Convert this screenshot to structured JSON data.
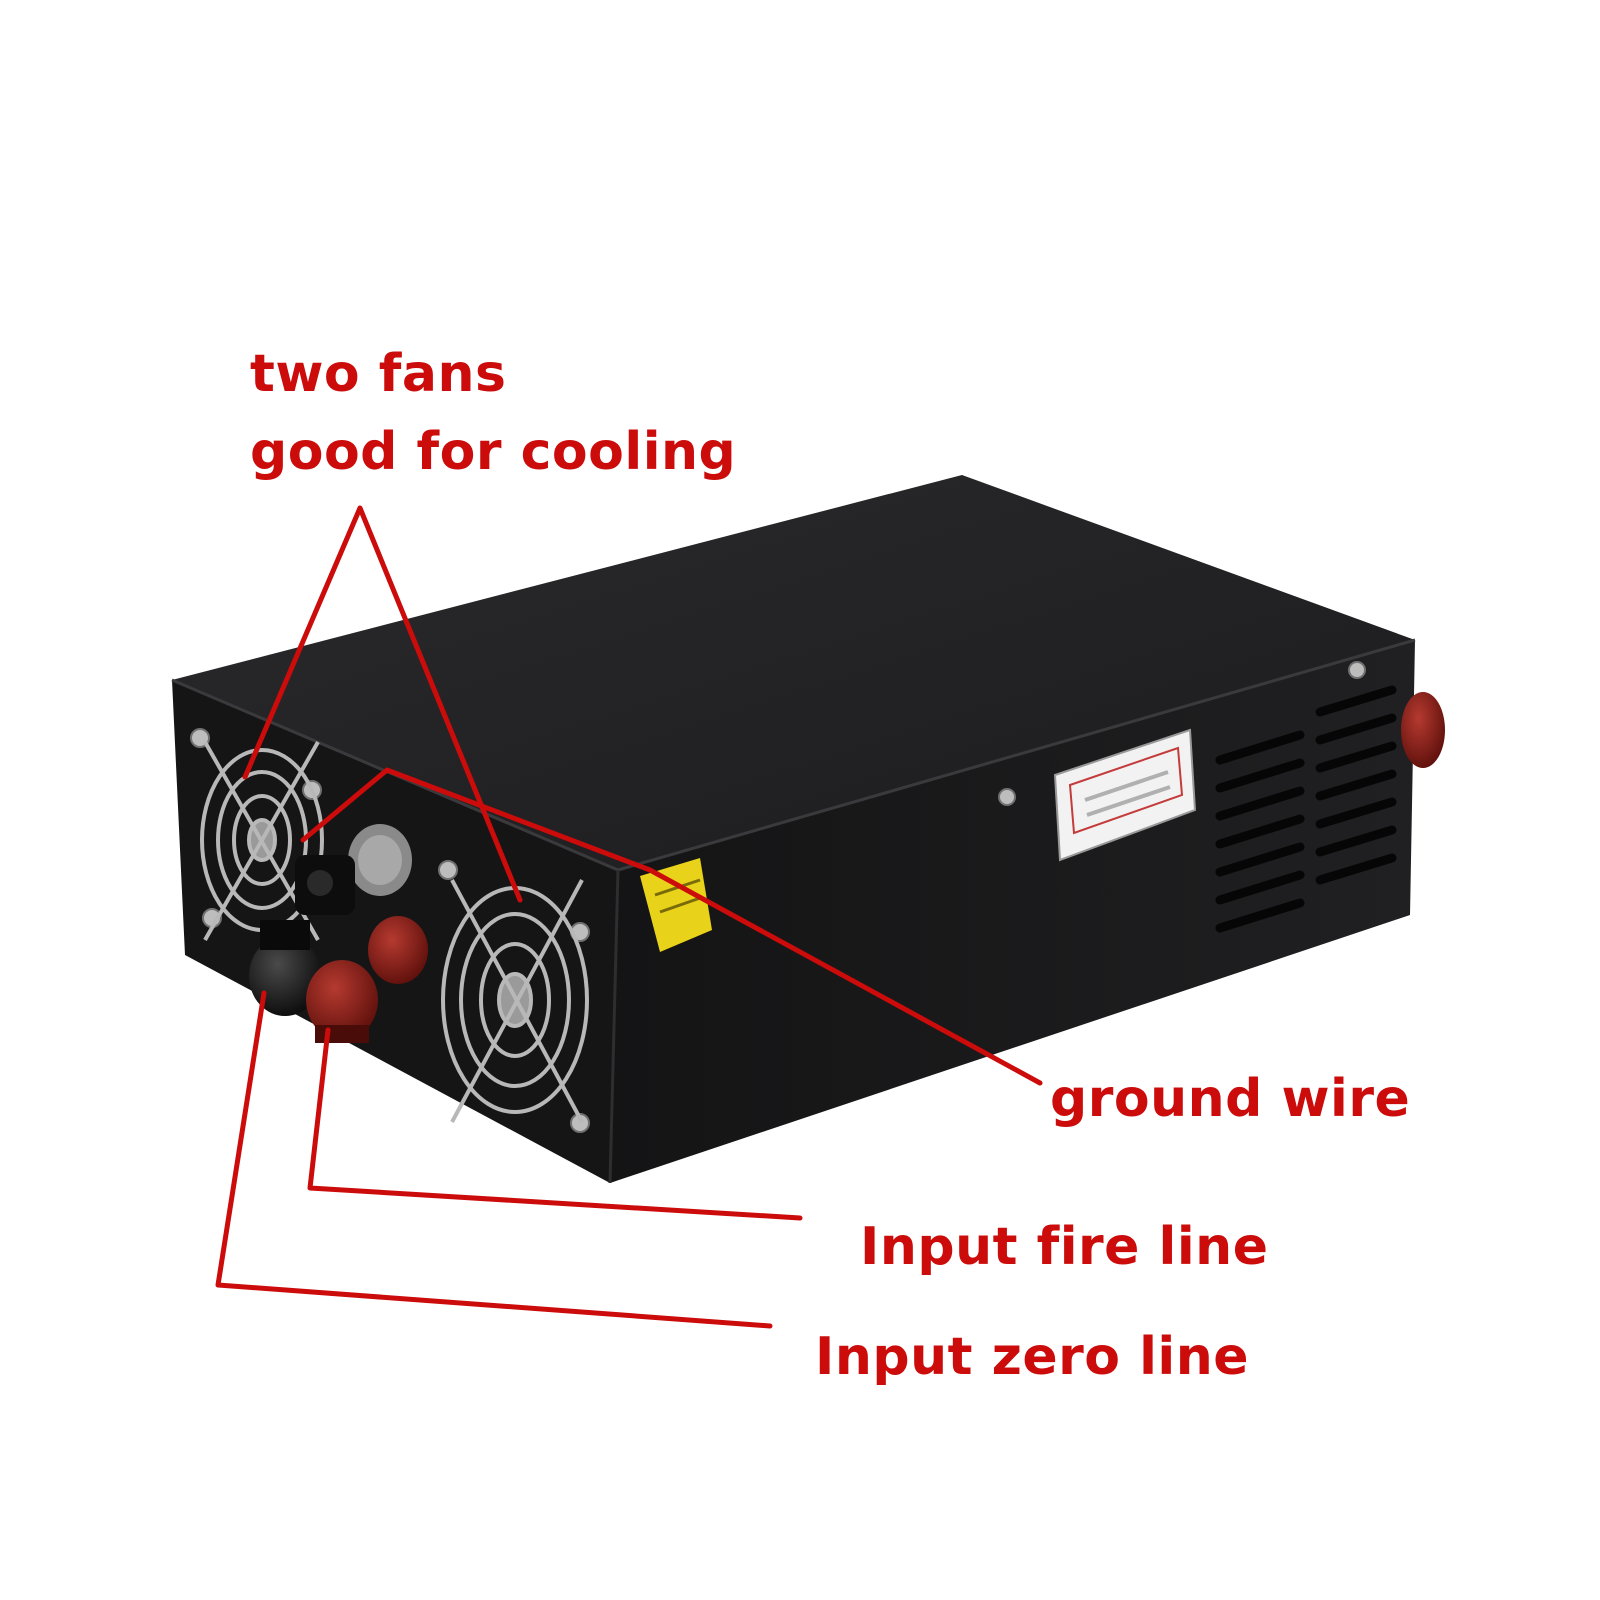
{
  "colors": {
    "annotation": "#cc0b0b",
    "chassis": "#1b1b1c",
    "terminal_red": "#7e1a14",
    "terminal_black": "#111111",
    "warning_label": "#e9d21a"
  },
  "callouts": {
    "fans_line1": "two fans",
    "fans_line2": "good for cooling",
    "ground_wire": "ground wire",
    "fire_line": "Input fire line",
    "zero_line": "Input zero line"
  },
  "icons": {
    "fan_grille": "fan-grille-icon",
    "screw": "screw-icon",
    "terminal": "terminal-post-icon",
    "vent": "vent-slots-icon"
  }
}
